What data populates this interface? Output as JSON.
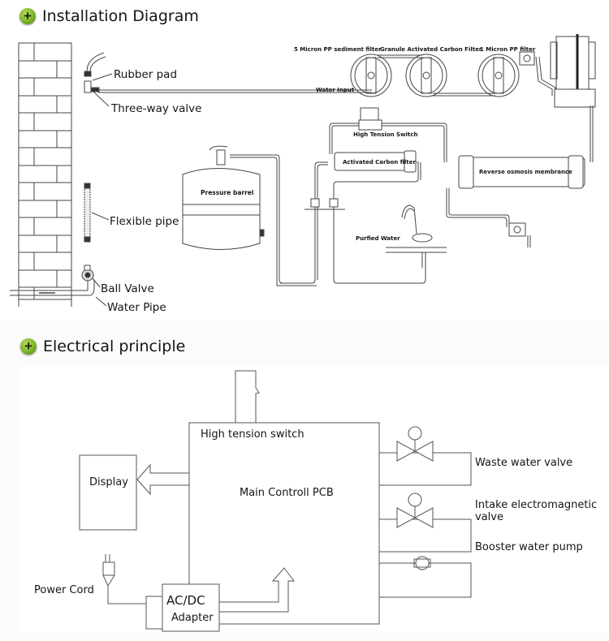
{
  "sections": {
    "installation": {
      "title": "Installation Diagram",
      "icon": "plus-circle-icon",
      "labels": {
        "rubber_pad": "Rubber pad",
        "three_way_valve": "Three-way valve",
        "flexible_pipe": "Flexible pipe",
        "ball_valve": "Ball Valve",
        "water_pipe": "Water Pipe",
        "pressure_barrel": "Pressure barrel",
        "water_input": "Water Input",
        "filter_5_micron": "5 Micron PP sediment filter",
        "filter_granule_carbon": "Granule Activated Carbon Filter",
        "filter_1_micron": "1 Micron PP filter",
        "high_tension_switch": "High Tension Switch",
        "activated_carbon_filter": "Activated Carbon filter",
        "ro_membrane": "Reverse osmosis membrance",
        "purified_water": "Purfied Water"
      }
    },
    "electrical": {
      "title": "Electrical principle",
      "icon": "plus-circle-icon",
      "labels": {
        "high_tension_switch": "High tension switch",
        "main_pcb": "Main Controll PCB",
        "display": "Display",
        "waste_water_valve": "Waste water valve",
        "intake_valve_line1": "Intake electromagnetic",
        "intake_valve_line2": "valve",
        "booster_pump": "Booster water pump",
        "power_cord": "Power Cord",
        "adapter_line1": "AC/DC",
        "adapter_line2": "Adapter"
      }
    }
  },
  "colors": {
    "icon_green": "#7bb32a",
    "line": "#555555",
    "text": "#151515"
  }
}
